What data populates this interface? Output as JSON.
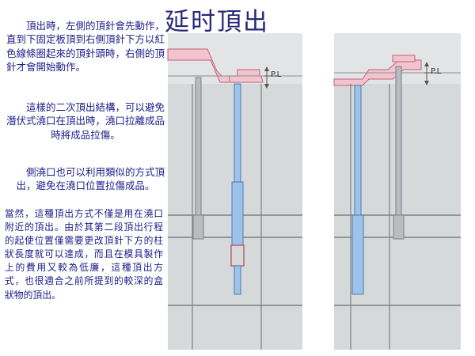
{
  "title": "延时頂出",
  "paragraphs": [
    "頂出時，左側的頂針會先動作，直到下固定板頂到右側頂針下方以紅色線條圈起來的頂針頭時，右側的頂針才會開始動作。",
    "這樣的二次頂出結構，可以避免潛伏式澆口在頂出時，澆口拉離成品時將成品拉傷。",
    "側澆口也可以利用類似的方式頂出，避免在澆口位置拉傷成品。",
    "當然，這種頂出方式不僅是用在澆口附近的頂出。由於其第二段頂出行程的起使位置僅需要更改頂針下方的柱狀長度就可以達成，而且在模具製作上的費用又較為低廉，這種頂出方式，也很適合之前所提到的較深的盒狀物的頂出。"
  ],
  "diagram_labels": {
    "left_parting_line": "P.L",
    "right_parting_line": "P.L"
  },
  "colors": {
    "text": "#1c1c8a",
    "plate": "#d6d9da",
    "plate_edge": "#7c8084",
    "pin": "#9ec3ea",
    "pin_edge": "#4a7ab0",
    "product": "#f2c4ce",
    "product_edge": "#c0607a"
  }
}
